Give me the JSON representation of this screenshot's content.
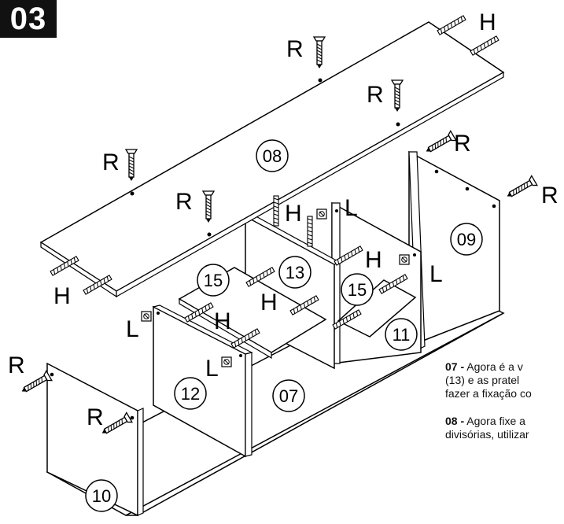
{
  "step": "03",
  "hardware_labels": {
    "screw": "R",
    "dowel": "H",
    "cam": "L"
  },
  "parts": [
    "08",
    "09",
    "10",
    "11",
    "12",
    "13",
    "15",
    "15",
    "07"
  ],
  "instructions": [
    {
      "num": "07 -",
      "lines": [
        "Agora é a v",
        "(13) e as pratel",
        "fazer a fixação co"
      ]
    },
    {
      "num": "08 -",
      "lines": [
        "Agora fixe a",
        "divisórias, utilizar"
      ]
    }
  ]
}
